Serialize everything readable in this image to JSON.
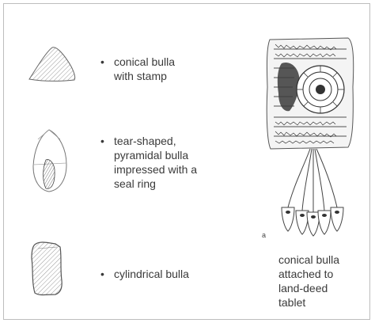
{
  "labels": {
    "conical_stamp_1": "conical bulla",
    "conical_stamp_2": "with stamp",
    "tear_1": "tear-shaped,",
    "tear_2": "pyramidal bulla",
    "tear_3": "impressed with a",
    "tear_4": "seal ring",
    "cyl": "cylindrical bulla",
    "tablet_1": "conical bulla",
    "tablet_2": "attached to",
    "tablet_3": "land-deed",
    "tablet_4": "tablet",
    "figure_letter": "a"
  },
  "bullet_char": "•"
}
